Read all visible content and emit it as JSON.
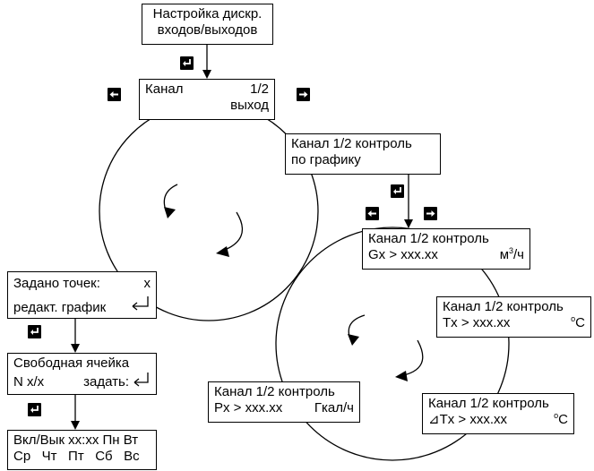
{
  "nodes": {
    "setup": {
      "line1": "Настройка дискр.",
      "line2": "входов/выходов"
    },
    "channel": {
      "label": "Канал",
      "index": "1/2",
      "mode": "выход"
    },
    "schedule_ctrl": {
      "line1": "Канал 1/2 контроль",
      "line2": "по графику"
    },
    "points": {
      "label": "Задано точек:",
      "value": "x",
      "line2": "редакт. график"
    },
    "free_cell": {
      "line1": "Свободная ячейка",
      "label": "N x/x",
      "action": "задать:"
    },
    "onoff": {
      "line1": "Вкл/Вык xx:xx Пн Вт",
      "line2": "Ср   Чт   Пт   Сб   Вс"
    },
    "ctrl_g": {
      "line1": "Канал 1/2 контроль",
      "label": "Gx ˃ xxx.xx",
      "unit_base": "м",
      "unit_sup": "3",
      "unit_tail": "/ч"
    },
    "ctrl_t": {
      "line1": "Канал 1/2 контроль",
      "label": "Tx ˃ xxx.xx",
      "unit_sup": "o",
      "unit_tail": "C"
    },
    "ctrl_p": {
      "line1": "Канал 1/2 контроль",
      "label": "Px ˃ xxx.xx",
      "unit": "Гкал/ч"
    },
    "ctrl_dt": {
      "line1": "Канал 1/2 контроль",
      "label": "⊿Tx ˃ xxx.xx",
      "unit_sup": "o",
      "unit_tail": "C"
    }
  },
  "icons": {
    "enter_key": "enter-key-icon",
    "left_key": "left-arrow-key-icon",
    "right_key": "right-arrow-key-icon",
    "return_symbol": "return-arrow-icon"
  }
}
